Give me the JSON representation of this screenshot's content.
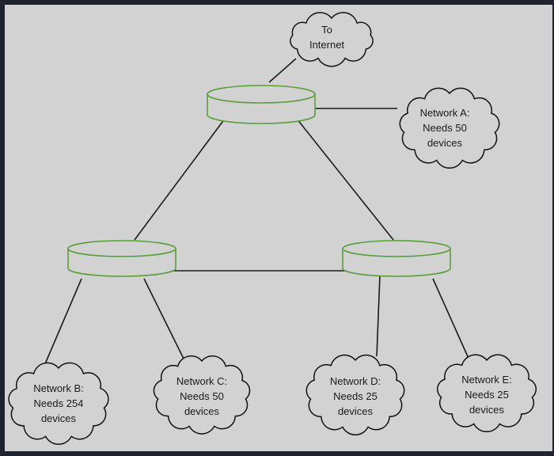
{
  "clouds": {
    "internet": {
      "lines": [
        "To",
        "Internet"
      ]
    },
    "network_a": {
      "lines": [
        "Network A:",
        "Needs 50",
        "devices"
      ]
    },
    "network_b": {
      "lines": [
        "Network B:",
        "Needs 254",
        "devices"
      ]
    },
    "network_c": {
      "lines": [
        "Network C:",
        "Needs 50",
        "devices"
      ]
    },
    "network_d": {
      "lines": [
        "Network D:",
        "Needs 25",
        "devices"
      ]
    },
    "network_e": {
      "lines": [
        "Network E:",
        "Needs 25",
        "devices"
      ]
    }
  },
  "colors": {
    "router_stroke": "#5a9e3a",
    "link": "#1a1a1a",
    "cloud_fill": "#d2d2d2",
    "cloud_stroke": "#111111",
    "background": "#d2d2d2",
    "frame": "#1f2430"
  }
}
